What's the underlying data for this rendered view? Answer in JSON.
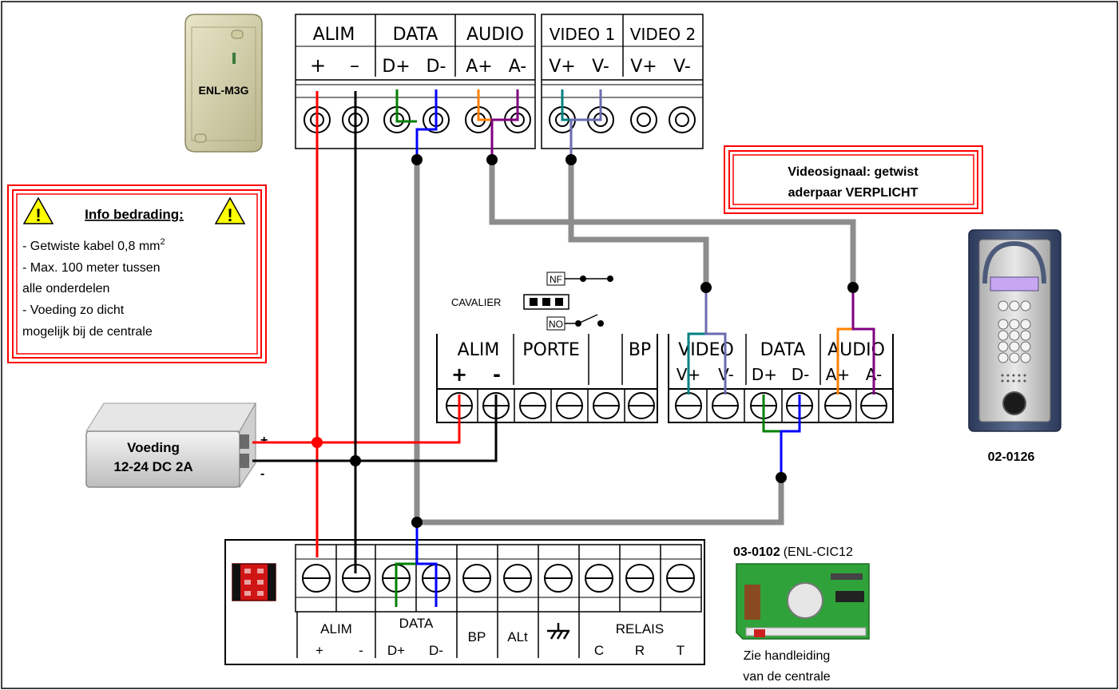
{
  "devices": {
    "module_label": "ENL-M3G",
    "panel_label": "02-0126",
    "central_code": "03-0102",
    "central_model": "(ENL-CIC12",
    "central_note_1": "Zie handleiding",
    "central_note_2": "van de centrale"
  },
  "info_box": {
    "title": "Info bedrading:",
    "line1": "- Getwiste kabel 0,8 mm",
    "line1_sup": "2",
    "line2": "- Max. 100 meter tussen",
    "line3": "alle onderdelen",
    "line4": "- Voeding zo dicht",
    "line5": "mogelijk bij de centrale"
  },
  "video_box": {
    "line1": "Videosignaal: getwist",
    "line2": "aderpaar VERPLICHT"
  },
  "power_supply": {
    "line1": "Voeding",
    "line2": "12-24 DC 2A",
    "plus": "+",
    "minus": "-"
  },
  "top_terminal": {
    "groups": [
      "ALIM",
      "DATA",
      "AUDIO"
    ],
    "pins": [
      "+",
      "–",
      "D+",
      "D-",
      "A+",
      "A-"
    ]
  },
  "video_terminal": {
    "groups": [
      "VIDEO 1",
      "VIDEO 2"
    ],
    "pins": [
      "V+",
      "V-",
      "V+",
      "V-"
    ]
  },
  "mid_left_terminal": {
    "groups": [
      "ALIM",
      "PORTE",
      "BP"
    ],
    "pins": [
      "+",
      "-"
    ]
  },
  "mid_right_terminal": {
    "groups": [
      "VIDEO",
      "DATA",
      "AUDIO"
    ],
    "pins": [
      "V+",
      "V-",
      "D+",
      "D-",
      "A+",
      "A-"
    ]
  },
  "cavalier": {
    "label": "CAVALIER",
    "nf": "NF",
    "no": "NO"
  },
  "bottom_terminal": {
    "alim": "ALIM",
    "alim_plus": "+",
    "alim_minus": "-",
    "data": "DATA",
    "data_plus": "D+",
    "data_minus": "D-",
    "bp": "BP",
    "alt": "ALt",
    "relais": "RELAIS",
    "relais_c": "C",
    "relais_r": "R",
    "relais_t": "T"
  },
  "colors": {
    "red": "#ff0000",
    "black": "#000000",
    "gray": "#8c8c8c",
    "blue": "#0000ff",
    "green": "#008000",
    "orange": "#ff8000",
    "purple": "#7f007f",
    "teal": "#008080",
    "slate": "#6b6bb0",
    "warning_yellow": "#ffff00"
  }
}
